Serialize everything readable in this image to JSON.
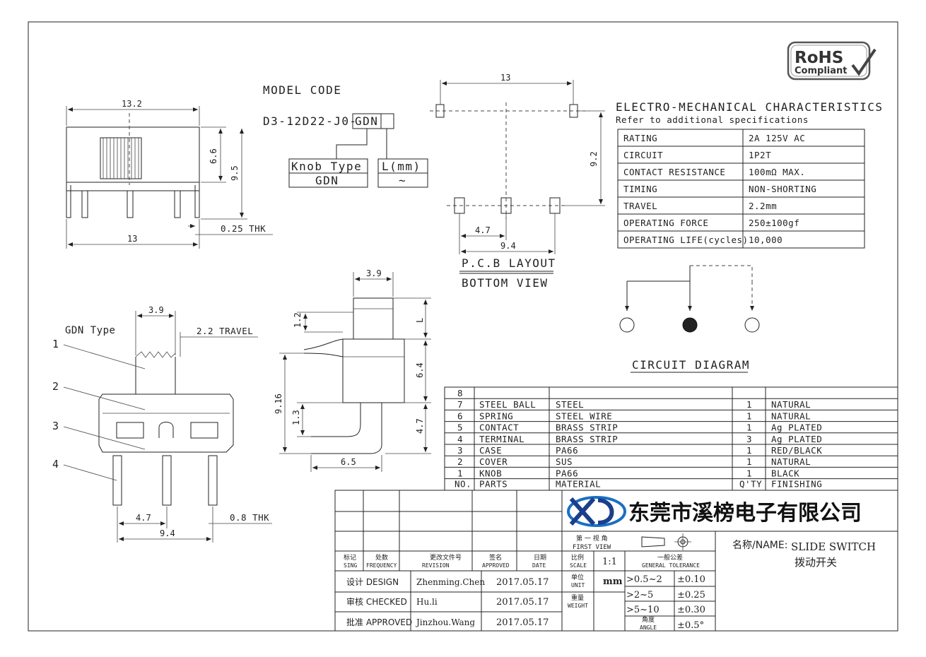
{
  "rohs": {
    "line1": "RoHS",
    "line2": "Compliant"
  },
  "model_code": {
    "title": "MODEL CODE",
    "code_prefix": "D3-12D22-J0-",
    "code_box": "GDN",
    "knob_type_label": "Knob Type",
    "knob_type_value": "GDN",
    "length_label": "L(mm)",
    "length_value": "~"
  },
  "front_view": {
    "width_top": "13.2",
    "height_body": "6.6",
    "height_total": "9.5",
    "width_bottom": "13",
    "thickness": "0.25 THK"
  },
  "pcb_layout": {
    "width_13": "13",
    "height_9_2": "9.2",
    "pitch": "4.7",
    "span": "9.4",
    "title": "P.C.B LAYOUT",
    "subtitle": "BOTTOM VIEW"
  },
  "characteristics": {
    "title": "ELECTRO-MECHANICAL CHARACTERISTICS",
    "subtitle": "Refer to additional specifications",
    "rows": [
      {
        "key": "RATING",
        "value": "2A 125V AC"
      },
      {
        "key": "CIRCUIT",
        "value": "1P2T"
      },
      {
        "key": "CONTACT RESISTANCE",
        "value": "100mΩ MAX."
      },
      {
        "key": "TIMING",
        "value": "NON-SHORTING"
      },
      {
        "key": "TRAVEL",
        "value": "2.2mm"
      },
      {
        "key": "OPERATING FORCE",
        "value": "250±100gf"
      },
      {
        "key": "OPERATING LIFE(cycles)",
        "value": "10,000"
      }
    ]
  },
  "circuit_diagram": {
    "title": "CIRCUIT DIAGRAM"
  },
  "side_view": {
    "knob_width": "3.9",
    "dim_1_2": "1.2",
    "dim_L": "L",
    "dim_6_4": "6.4",
    "dim_9_16": "9.16",
    "dim_1_3": "1.3",
    "dim_4_7": "4.7",
    "dim_6_5": "6.5"
  },
  "exploded_view": {
    "knob_label": "GDN Type",
    "knob_width": "3.9",
    "travel": "2.2 TRAVEL",
    "callouts": [
      "1",
      "2",
      "3",
      "4"
    ],
    "pitch": "4.7",
    "span": "9.4",
    "pin_thk": "0.8 THK"
  },
  "parts_table": {
    "header": {
      "no": "NO.",
      "part": "PARTS",
      "material": "MATERIAL",
      "qty": "Q'TY",
      "finish": "FINISHING"
    },
    "rows": [
      {
        "no": "8",
        "part": "",
        "material": "",
        "qty": "",
        "finish": ""
      },
      {
        "no": "7",
        "part": "STEEL BALL",
        "material": "STEEL",
        "qty": "1",
        "finish": "NATURAL"
      },
      {
        "no": "6",
        "part": "SPRING",
        "material": "STEEL WIRE",
        "qty": "1",
        "finish": "NATURAL"
      },
      {
        "no": "5",
        "part": "CONTACT",
        "material": "BRASS STRIP",
        "qty": "1",
        "finish": "Ag PLATED"
      },
      {
        "no": "4",
        "part": "TERMINAL",
        "material": "BRASS STRIP",
        "qty": "3",
        "finish": "Ag PLATED"
      },
      {
        "no": "3",
        "part": "CASE",
        "material": "PA66",
        "qty": "1",
        "finish": "RED/BLACK"
      },
      {
        "no": "2",
        "part": "COVER",
        "material": "SUS",
        "qty": "1",
        "finish": "NATURAL"
      },
      {
        "no": "1",
        "part": "KNOB",
        "material": "PA66",
        "qty": "1",
        "finish": "BLACK"
      }
    ]
  },
  "title_block": {
    "company": "东莞市溪榜电子有限公司",
    "first_view_cn": "第 一 视 角",
    "first_view_en": "FIRST VIEW",
    "name_label": "名称/NAME:",
    "name_en": "SLIDE SWITCH",
    "name_cn": "拨动开关",
    "rev_headers": [
      {
        "cn": "标记",
        "en": "SING"
      },
      {
        "cn": "处数",
        "en": "FREQUENCY"
      },
      {
        "cn": "更改文件号",
        "en": "REVISION"
      },
      {
        "cn": "签名",
        "en": "APPROVED"
      },
      {
        "cn": "日期",
        "en": "DATE"
      }
    ],
    "scale_cn": "比例",
    "scale_en": "SCALE",
    "scale_value": "1:1",
    "tolerance_cn": "一般公差",
    "tolerance_en": "GENERAL TOLERANCE",
    "unit_cn": "单位",
    "unit_en": "UNIT",
    "unit_value": "mm",
    "weight_cn": "重量",
    "weight_en": "WEIGHT",
    "angle_cn": "角度",
    "angle_en": "ANGLE",
    "tolerances": [
      {
        "range": ">0.5~2",
        "tol": "±0.10"
      },
      {
        "range": ">2~5",
        "tol": "±0.25"
      },
      {
        "range": ">5~10",
        "tol": "±0.30"
      },
      {
        "range": "",
        "tol": "±0.5°"
      }
    ],
    "signoff": [
      {
        "role": "设计 DESIGN",
        "name": "Zhenming.Chen",
        "date": "2017.05.17"
      },
      {
        "role": "审核 CHECKED",
        "name": "Hu.li",
        "date": "2017.05.17"
      },
      {
        "role": "批准 APPROVED",
        "name": "Jinzhou.Wang",
        "date": "2017.05.17"
      }
    ]
  }
}
